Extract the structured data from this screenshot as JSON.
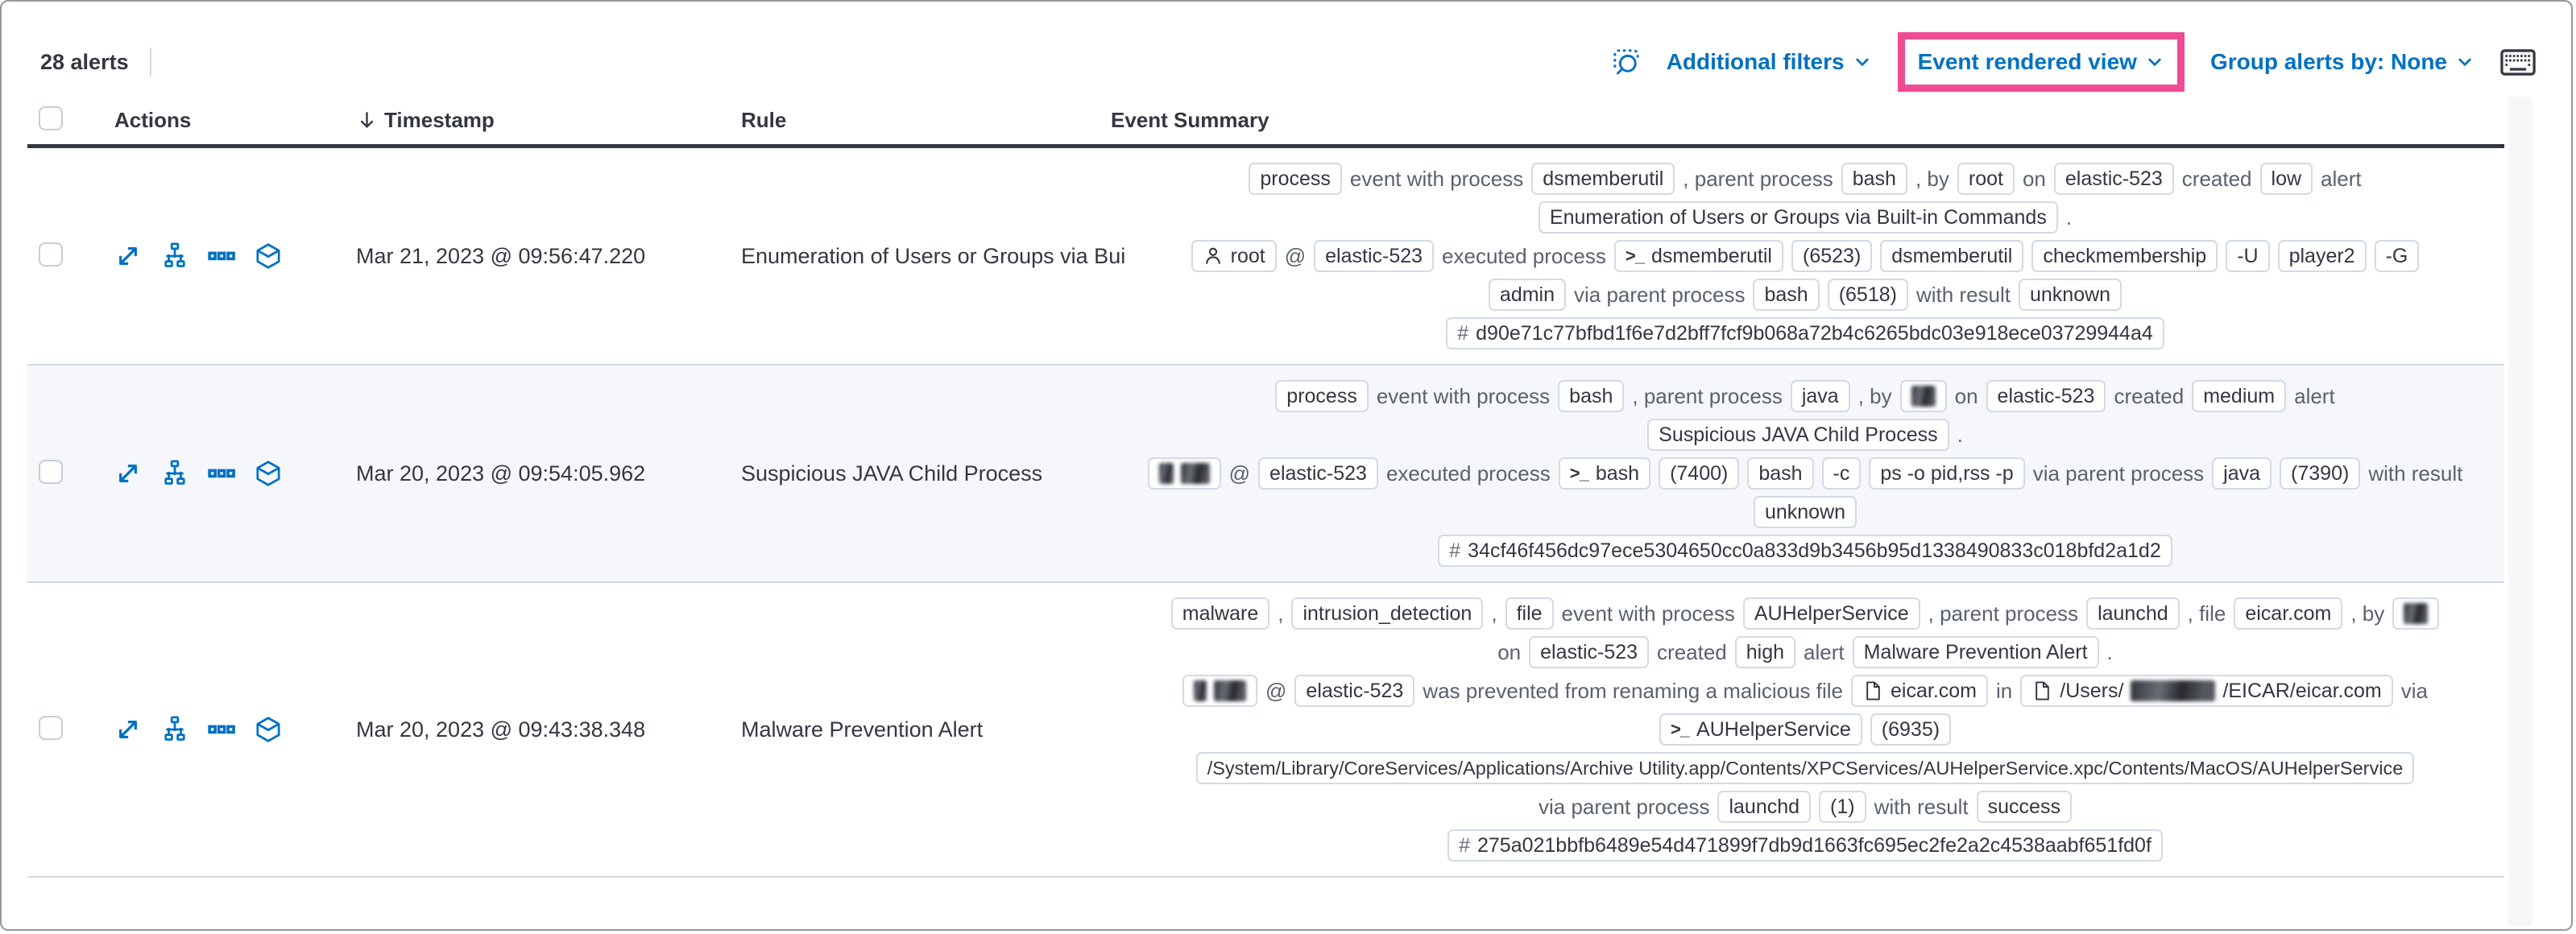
{
  "toolbar": {
    "alert_count": "28 alerts",
    "additional_filters_label": "Additional filters",
    "view_selector_label": "Event rendered view",
    "group_alerts_label": "Group alerts by: None",
    "icons": [
      "inspect-icon",
      "keyboard-shortcuts-icon"
    ],
    "link_color": "#0071c2",
    "highlight_color": "#f04c92"
  },
  "table": {
    "columns": {
      "actions": "Actions",
      "timestamp": "Timestamp",
      "rule": "Rule",
      "summary": "Event Summary"
    },
    "sort": {
      "column": "Timestamp",
      "direction": "desc"
    },
    "action_icons": [
      "expand",
      "analyze-event",
      "more-actions",
      "open-session-view"
    ],
    "rows": [
      {
        "timestamp": "Mar 21, 2023 @ 09:56:47.220",
        "rule": "Enumeration of Users or Groups via Bui",
        "summary": [
          [
            {
              "t": "b",
              "v": "process"
            },
            {
              "t": "x",
              "v": "event with process"
            },
            {
              "t": "b",
              "v": "dsmemberutil"
            },
            {
              "t": "x",
              "v": ", parent process"
            },
            {
              "t": "b",
              "v": "bash"
            },
            {
              "t": "x",
              "v": ", by"
            },
            {
              "t": "b",
              "v": "root"
            },
            {
              "t": "x",
              "v": "on"
            },
            {
              "t": "b",
              "v": "elastic-523"
            },
            {
              "t": "x",
              "v": "created"
            },
            {
              "t": "b",
              "v": "low"
            },
            {
              "t": "x",
              "v": "alert"
            }
          ],
          [
            {
              "t": "b",
              "v": "Enumeration of Users or Groups via Built-in Commands"
            },
            {
              "t": "x",
              "v": "."
            }
          ],
          [
            {
              "t": "b",
              "icon": "user",
              "v": "root"
            },
            {
              "t": "x",
              "v": "@"
            },
            {
              "t": "b",
              "v": "elastic-523"
            },
            {
              "t": "x",
              "v": "executed process"
            },
            {
              "t": "b",
              "icon": "term",
              "v": "dsmemberutil"
            },
            {
              "t": "b",
              "v": "(6523)"
            },
            {
              "t": "b",
              "v": "dsmemberutil"
            },
            {
              "t": "b",
              "v": "checkmembership"
            },
            {
              "t": "b",
              "v": "-U"
            },
            {
              "t": "b",
              "v": "player2"
            },
            {
              "t": "b",
              "v": "-G"
            }
          ],
          [
            {
              "t": "b",
              "v": "admin"
            },
            {
              "t": "x",
              "v": "via parent process"
            },
            {
              "t": "b",
              "v": "bash"
            },
            {
              "t": "b",
              "v": "(6518)"
            },
            {
              "t": "x",
              "v": "with result"
            },
            {
              "t": "b",
              "v": "unknown"
            }
          ],
          [
            {
              "t": "b",
              "icon": "hash",
              "v": "d90e71c77bfbd1f6e7d2bff7fcf9b068a72b4c6265bdc03e918ece03729944a4"
            }
          ]
        ]
      },
      {
        "timestamp": "Mar 20, 2023 @ 09:54:05.962",
        "rule": "Suspicious JAVA Child Process",
        "summary": [
          [
            {
              "t": "b",
              "v": "process"
            },
            {
              "t": "x",
              "v": "event with process"
            },
            {
              "t": "b",
              "v": "bash"
            },
            {
              "t": "x",
              "v": ", parent process"
            },
            {
              "t": "b",
              "v": "java"
            },
            {
              "t": "x",
              "v": ", by"
            },
            {
              "t": "b",
              "redact": 30
            },
            {
              "t": "x",
              "v": "on"
            },
            {
              "t": "b",
              "v": "elastic-523"
            },
            {
              "t": "x",
              "v": "created"
            },
            {
              "t": "b",
              "v": "medium"
            },
            {
              "t": "x",
              "v": "alert"
            }
          ],
          [
            {
              "t": "b",
              "v": "Suspicious JAVA Child Process"
            },
            {
              "t": "x",
              "v": "."
            }
          ],
          [
            {
              "t": "b",
              "parts": [
                {
                  "r": 18
                },
                {
                  "r": 36
                }
              ]
            },
            {
              "t": "x",
              "v": "@"
            },
            {
              "t": "b",
              "v": "elastic-523"
            },
            {
              "t": "x",
              "v": "executed process"
            },
            {
              "t": "b",
              "icon": "term",
              "v": "bash"
            },
            {
              "t": "b",
              "v": "(7400)"
            },
            {
              "t": "b",
              "v": "bash"
            },
            {
              "t": "b",
              "v": "-c"
            },
            {
              "t": "b",
              "v": "ps -o pid,rss -p"
            },
            {
              "t": "x",
              "v": "via parent process"
            },
            {
              "t": "b",
              "v": "java"
            },
            {
              "t": "b",
              "v": "(7390)"
            },
            {
              "t": "x",
              "v": "with result"
            }
          ],
          [
            {
              "t": "b",
              "v": "unknown"
            }
          ],
          [
            {
              "t": "b",
              "icon": "hash",
              "v": "34cf46f456dc97ece5304650cc0a833d9b3456b95d1338490833c018bfd2a1d2"
            }
          ]
        ]
      },
      {
        "timestamp": "Mar 20, 2023 @ 09:43:38.348",
        "rule": "Malware Prevention Alert",
        "summary": [
          [
            {
              "t": "b",
              "v": "malware"
            },
            {
              "t": "x",
              "v": ","
            },
            {
              "t": "b",
              "v": "intrusion_detection"
            },
            {
              "t": "x",
              "v": ","
            },
            {
              "t": "b",
              "v": "file"
            },
            {
              "t": "x",
              "v": "event with process"
            },
            {
              "t": "b",
              "v": "AUHelperService"
            },
            {
              "t": "x",
              "v": ", parent process"
            },
            {
              "t": "b",
              "v": "launchd"
            },
            {
              "t": "x",
              "v": ", file"
            },
            {
              "t": "b",
              "v": "eicar.com"
            },
            {
              "t": "x",
              "v": ", by"
            },
            {
              "t": "b",
              "redact": 30
            }
          ],
          [
            {
              "t": "x",
              "v": "on"
            },
            {
              "t": "b",
              "v": "elastic-523"
            },
            {
              "t": "x",
              "v": "created"
            },
            {
              "t": "b",
              "v": "high"
            },
            {
              "t": "x",
              "v": "alert"
            },
            {
              "t": "b",
              "v": "Malware Prevention Alert"
            },
            {
              "t": "x",
              "v": "."
            }
          ],
          [
            {
              "t": "b",
              "parts": [
                {
                  "r": 16
                },
                {
                  "r": 40
                }
              ]
            },
            {
              "t": "x",
              "v": "@"
            },
            {
              "t": "b",
              "v": "elastic-523"
            },
            {
              "t": "x",
              "v": "was prevented from renaming a malicious file"
            },
            {
              "t": "b",
              "icon": "file",
              "v": "eicar.com"
            },
            {
              "t": "x",
              "v": "in"
            },
            {
              "t": "b",
              "icon": "file",
              "parts": [
                {
                  "x": "/Users/"
                },
                {
                  "r": 105
                },
                {
                  "x": "/EICAR/eicar.com"
                }
              ]
            },
            {
              "t": "x",
              "v": "via"
            }
          ],
          [
            {
              "t": "b",
              "icon": "term",
              "v": "AUHelperService"
            },
            {
              "t": "b",
              "v": "(6935)"
            }
          ],
          [
            {
              "t": "b",
              "v": "/System/Library/CoreServices/Applications/Archive Utility.app/Contents/XPCServices/AUHelperService.xpc/Contents/MacOS/AUHelperService"
            }
          ],
          [
            {
              "t": "x",
              "v": "via parent process"
            },
            {
              "t": "b",
              "v": "launchd"
            },
            {
              "t": "b",
              "v": "(1)"
            },
            {
              "t": "x",
              "v": "with result"
            },
            {
              "t": "b",
              "v": "success"
            }
          ],
          [
            {
              "t": "b",
              "icon": "hash",
              "v": "275a021bbfb6489e54d471899f7db9d1663fc695ec2fe2a2c4538aabf651fd0f"
            }
          ]
        ]
      }
    ]
  }
}
